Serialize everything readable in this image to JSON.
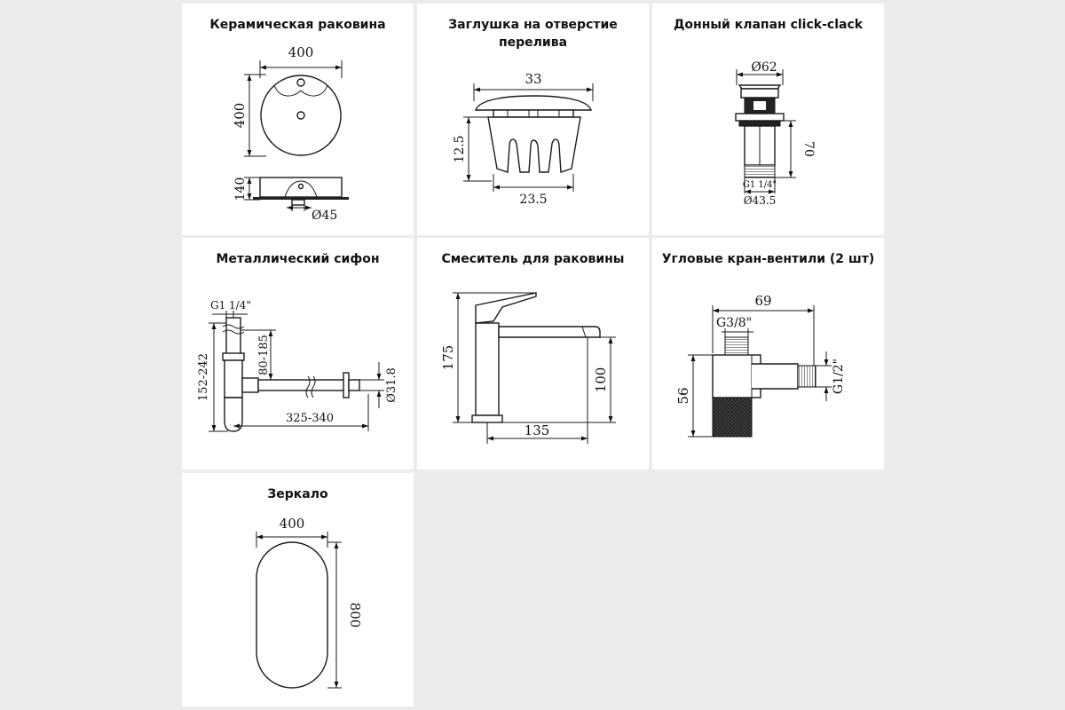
{
  "panels": {
    "basin": {
      "title": "Керамическая раковина",
      "dim_width": "400",
      "dim_height": "400",
      "dim_depth": "140",
      "dim_drain": "Ø45"
    },
    "overflow_cap": {
      "title": "Заглушка на отверстие перелива",
      "dim_top": "33",
      "dim_height": "12.5",
      "dim_bottom": "23.5"
    },
    "drain_valve": {
      "title": "Донный клапан click-clack",
      "dim_cap": "Ø62",
      "dim_height": "70",
      "dim_thread": "G1 1/4\"",
      "dim_base": "Ø43.5"
    },
    "siphon": {
      "title": "Металлический сифон",
      "dim_thread": "G1 1/4\"",
      "dim_height": "152-242",
      "dim_range": "80-185",
      "dim_pipe": "Ø31.8",
      "dim_length": "325-340"
    },
    "faucet": {
      "title": "Смеситель для раковины",
      "dim_height": "175",
      "dim_spout_height": "100",
      "dim_reach": "135"
    },
    "angle_valves": {
      "title": "Угловые кран-вентили (2 шт)",
      "dim_length": "69",
      "dim_thread_in": "G3/8\"",
      "dim_thread_out": "G1/2\"",
      "dim_height": "56"
    },
    "mirror": {
      "title": "Зеркало",
      "dim_width": "400",
      "dim_height": "800"
    }
  }
}
